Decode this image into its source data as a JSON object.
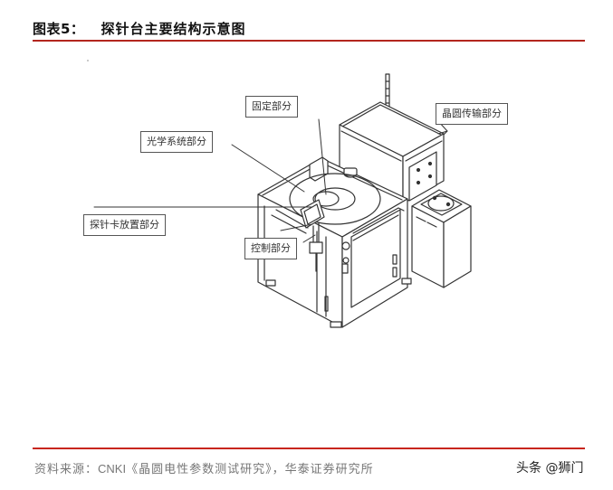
{
  "header": {
    "figure_number": "图表5：",
    "title": "探针台主要结构示意图",
    "rule_color": "#b3261e"
  },
  "diagram": {
    "subject": "probe-station-structure",
    "callouts": [
      {
        "id": "fixed",
        "label": "固定部分"
      },
      {
        "id": "wafer-transfer",
        "label": "晶圆传输部分"
      },
      {
        "id": "optical",
        "label": "光学系统部分"
      },
      {
        "id": "probe-card",
        "label": "探针卡放置部分"
      },
      {
        "id": "control",
        "label": "控制部分"
      }
    ],
    "line_color": "#333333"
  },
  "footer": {
    "source_prefix": "资料来源：",
    "source_org": "CNKI",
    "source_rest": "《晶圆电性参数测试研究》，华泰证券研究所",
    "watermark": "头条 @狮门",
    "rule_color": "#c8261e"
  }
}
